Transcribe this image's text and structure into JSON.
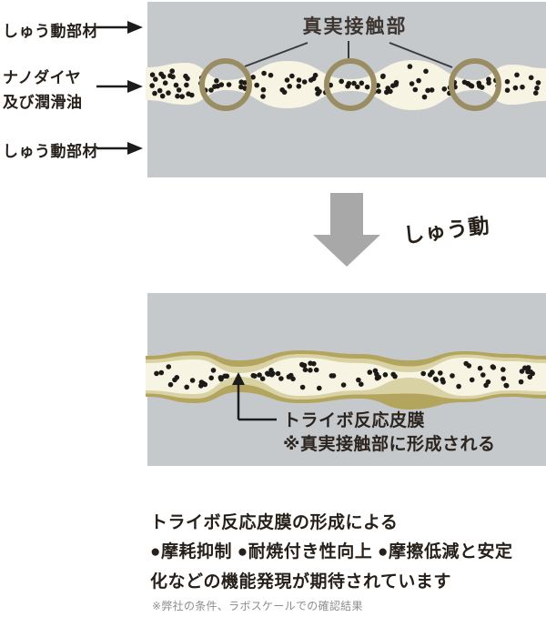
{
  "colors": {
    "panel_gray": "#c5c9cc",
    "oil_cream": "#f7f4e3",
    "film_olive": "#b3a55e",
    "film_olive_light": "#d9d2a4",
    "circle_ring": "#9b8d63",
    "arrow_gray": "#a8a8a8",
    "ink": "#27201a"
  },
  "top_panel": {
    "title": "真実接触部",
    "left_labels": {
      "upper_member": "しゅう動部材",
      "middle_line1": "ナノダイヤ",
      "middle_line2": "及び潤滑油",
      "lower_member": "しゅう動部材"
    }
  },
  "transition": {
    "label": "しゅう動"
  },
  "bottom_panel": {
    "film_label": "トライボ反応皮膜",
    "film_note": "※真実接触部に形成される"
  },
  "caption": {
    "line1": "トライボ反応皮膜の形成による",
    "line2": "●摩耗抑制 ●耐焼付き性向上 ●摩擦低減と安定",
    "line3": "化などの機能発現が期待されています",
    "footnote": "※弊社の条件、ラボスケールでの確認結果"
  }
}
